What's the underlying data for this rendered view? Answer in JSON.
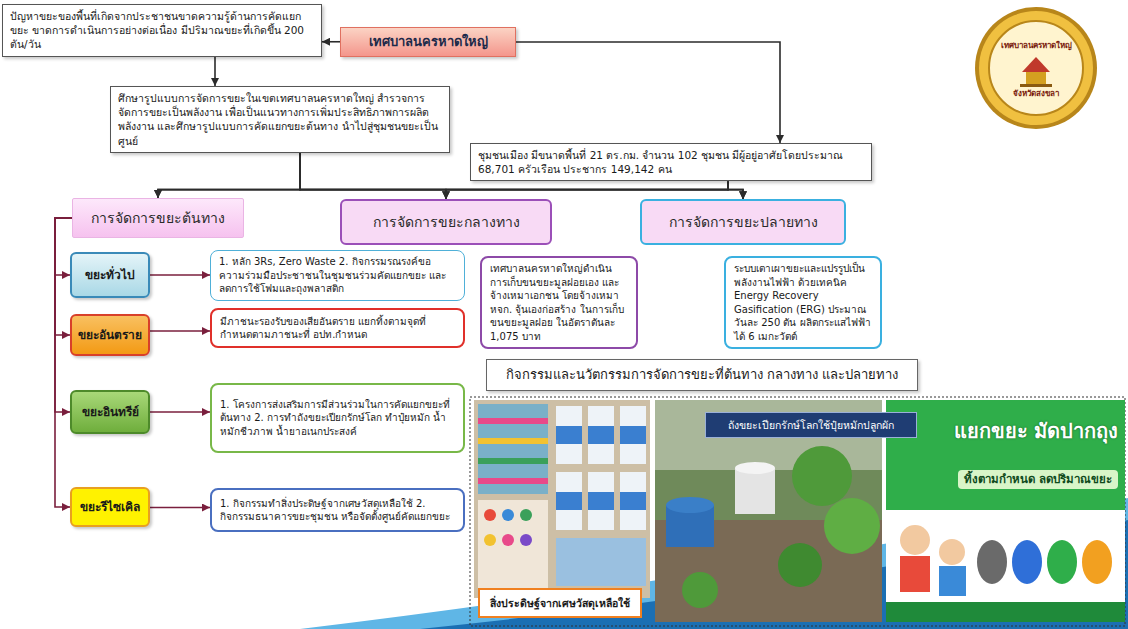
{
  "diagram": {
    "nodes": [
      {
        "text": [
          "ปัญหาขยะของพื้นที่เกิดจากประชาชนขาดความรู้ด้านการคัดแยกขยะ ขาดการดำเนินการอย่างต่อเนื่อง มีปริมาณขยะที่เกิดขึ้น 200 ตัน/วัน"
        ]
      },
      {
        "text": [
          "เทศบาลนครหาดใหญ่"
        ]
      },
      {
        "text": [
          "ศึกษารูปแบบการจัดการขยะในเขตเทศบาลนครหาดใหญ่ สำรวจการจัดการขยะเป็นพลังงาน เพื่อเป็นแนวทางการเพิ่มประสิทธิภาพการผลิตพลังงาน และศึกษารูปแบบการคัดแยกขยะต้นทาง นำไปสู่ชุมชนขยะเป็นศูนย์"
        ]
      },
      {
        "text": [
          "ชุมชนเมือง มีขนาดพื้นที่ 21 ตร.กม. จำนวน 102 ชุมชน มีผู้อยู่อาศัยโดยประมาณ 68,701 ครัวเรือน ประชากร 149,142 คน"
        ]
      },
      {
        "text": [
          "การจัดการขยะต้นทาง"
        ]
      },
      {
        "text": [
          "การจัดการขยะกลางทาง"
        ]
      },
      {
        "text": [
          "การจัดการขยะปลายทาง"
        ]
      },
      {
        "text": [
          "ขยะทั่วไป"
        ]
      },
      {
        "text": [
          "1. หลัก 3Rs, Zero Waste 2. กิจกรรมรณรงค์ขอความร่วมมือประชาชนในชุมชนร่วมคัดแยกขยะ และลดการใช้โฟมและถุงพลาสติก"
        ]
      },
      {
        "text": [
          "เทศบาลนครหาดใหญ่ดำเนินการเก็บขนขยะมูลฝอยเอง และจ้างเหมาเอกชน โดยจ้างเหมา หจก. จุ้นเองก่อสร้าง ในการเก็บขนขยะมูลฝอย ในอัตราตันละ 1,075 บาท"
        ]
      },
      {
        "text": [
          "ระบบเตาเผาขยะและแปรรูปเป็นพลังงานไฟฟ้า ด้วยเทคนิค Energy Recovery Gasification (ERG) ประมาณวันละ 250 ตัน ผลิตกระแสไฟฟ้าได้ 6 เมกะวัตต์"
        ]
      },
      {
        "text": [
          "ขยะอันตราย"
        ]
      },
      {
        "text": [
          "มีภาชนะรองรับของเสียอันตราย แยกทิ้งตามจุดที่กำหนดตามภาชนะที่ อปท.กำหนด"
        ]
      },
      {
        "text": [
          "กิจกรรมและนวัตกรรมการจัดการขยะที่ต้นทาง กลางทาง และปลายทาง"
        ]
      },
      {
        "text": [
          "ขยะอินทรีย์"
        ]
      },
      {
        "text": [
          "1. โครงการส่งเสริมการมีส่วนร่วมในการคัดแยกขยะที่ต้นทาง 2. การทำถังขยะเปียกรักษ์โลก ทำปุ๋ยหมัก น้ำหมักชีวภาพ น้ำยาอเนกประสงค์"
        ]
      },
      {
        "text": [
          "ขยะรีไซเคิล"
        ]
      },
      {
        "text": [
          "1. กิจกรรมทำสิ่งประดิษฐ์จากเศษวัสดุเหลือใช้ 2. กิจกรรมธนาคารขยะชุมชน หรือจัดตั้งศูนย์คัดแยกขยะ"
        ]
      },
      {
        "text": [
          "สิ่งประดิษฐ์จากเศษวัสดุเหลือใช้"
        ]
      },
      {
        "text": [
          "ถังขยะเปียกรักษ์โลกใช้ปุ๋ยหมักปลูกผัก"
        ]
      }
    ],
    "edges": [
      {
        "from": 1,
        "to": 0,
        "arrow": "to"
      },
      {
        "from": 1,
        "to": 3,
        "arrow": "to"
      },
      {
        "from": 0,
        "to": 2,
        "arrow": "to"
      },
      {
        "from": 2,
        "to": 4,
        "arrow": "to"
      },
      {
        "from": 2,
        "to": 5,
        "arrow": "to"
      },
      {
        "from": 2,
        "to": 6,
        "arrow": "to"
      },
      {
        "from": 3,
        "to": 4,
        "arrow": "to"
      },
      {
        "from": 3,
        "to": 5,
        "arrow": "to"
      },
      {
        "from": 3,
        "to": 6,
        "arrow": "to"
      },
      {
        "from": 4,
        "to": 7,
        "arrow": "to"
      },
      {
        "from": 4,
        "to": 11,
        "arrow": "to"
      },
      {
        "from": 4,
        "to": 14,
        "arrow": "to"
      },
      {
        "from": 4,
        "to": 16,
        "arrow": "to"
      },
      {
        "from": 7,
        "to": 8,
        "arrow": "to"
      },
      {
        "from": 11,
        "to": 12,
        "arrow": "to"
      },
      {
        "from": 14,
        "to": 15,
        "arrow": "to"
      },
      {
        "from": 16,
        "to": 17,
        "arrow": "to"
      }
    ],
    "labels": [
      "เทศบาลนครหาดใหญ่",
      "จังหวัดสงขลา",
      "แยกขยะ มัดปากถุง",
      "ทิ้งตามกำหนด ลดปริมาณขยะ"
    ]
  }
}
